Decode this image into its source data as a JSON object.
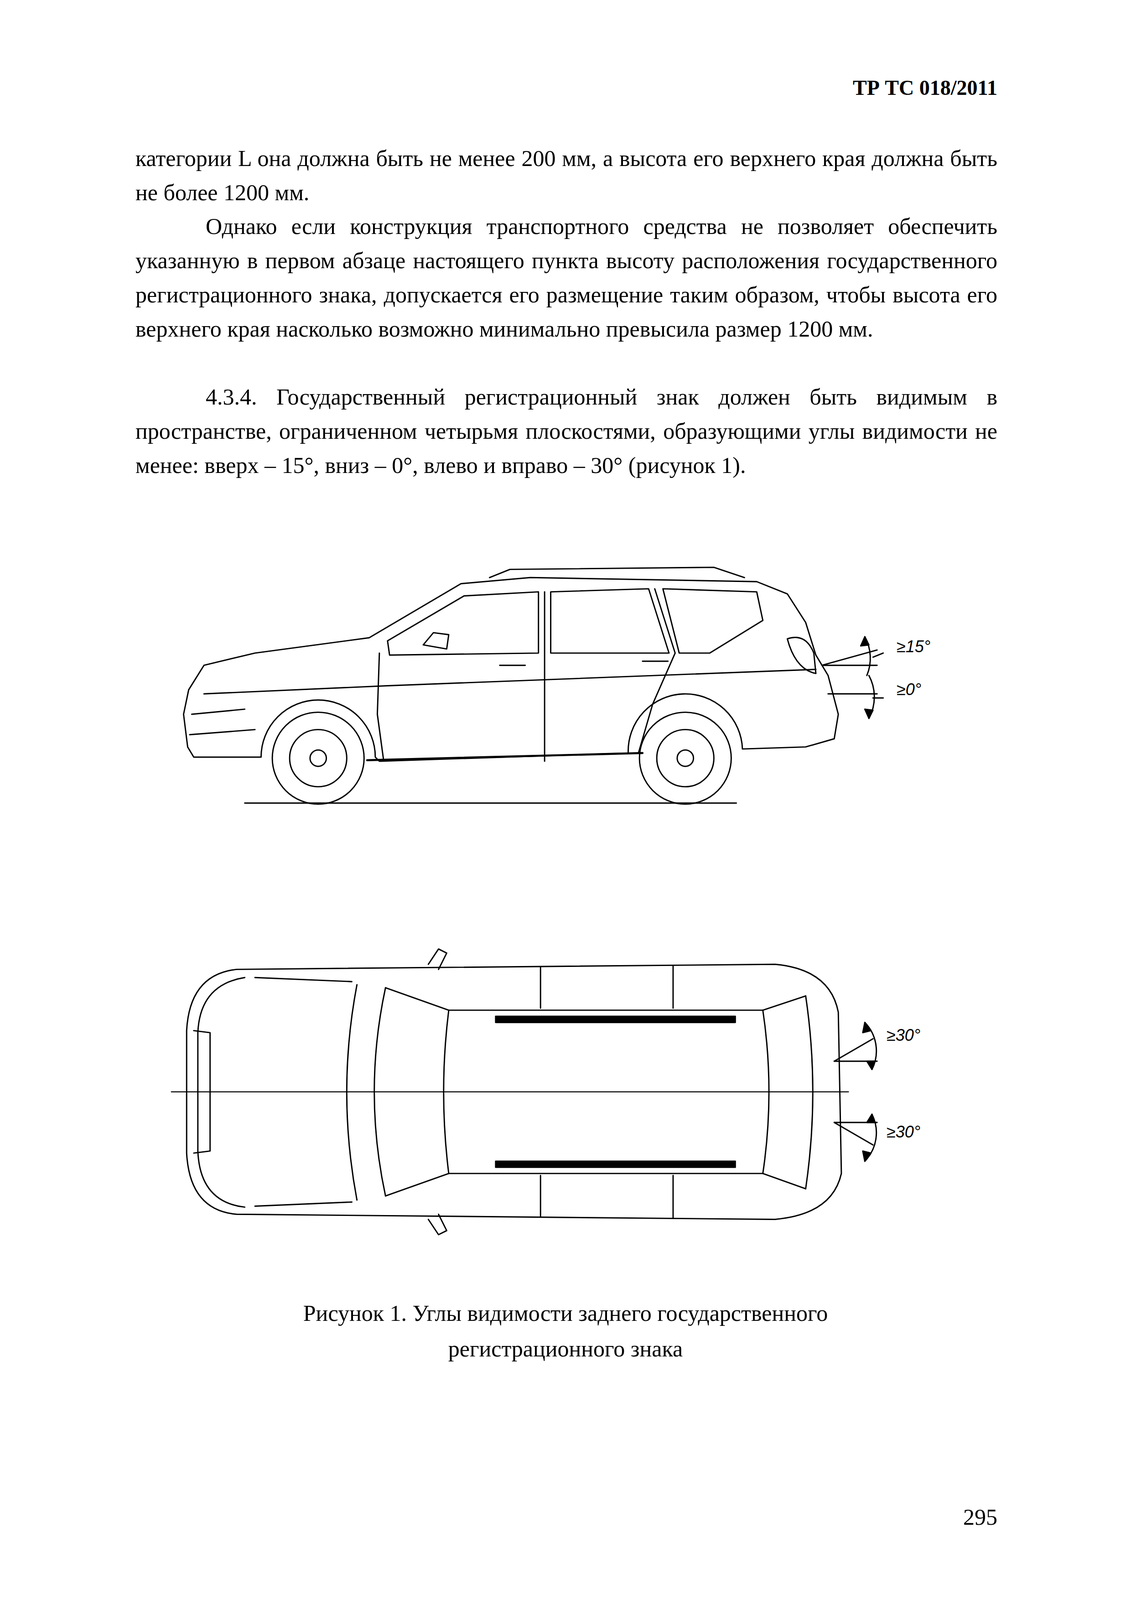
{
  "diagram": {
    "caption": "Рисунок 1. Углы видимости заднего государственного регистрационного знака",
    "labels": [
      "ТР ТС 018/2011",
      "категории L она должна быть не менее 200 мм, а высота его верхнего края должна быть не более 1200 мм.",
      "Однако если конструкция транспортного средства не позволяет обеспечить указанную в первом абзаце настоящего пункта высоту расположения государственного регистрационного знака, допускается его размещение таким образом, чтобы высота его верхнего края насколько возможно минимально превысила размер 1200 мм.",
      "4.3.4. Государственный регистрационный знак должен быть видимым в пространстве, ограниченном четырьмя плоскостями, образующими углы видимости не менее: вверх – 15°, вниз – 0°, влево и вправо – 30° (рисунок 1).",
      "≥15°",
      "≥0°",
      "≥30°",
      "≥30°",
      "295"
    ]
  }
}
